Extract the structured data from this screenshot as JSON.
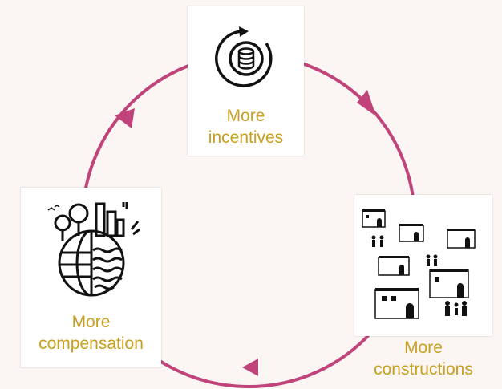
{
  "colors": {
    "background": "#fbf5f3",
    "cycle_arrow": "#c0447a",
    "label_text": "#c8a020",
    "icon_stroke": "#111111"
  },
  "nodes": [
    {
      "id": "incentives",
      "icon": "coin-stack-cycle-icon",
      "label_line1": "More",
      "label_line2": "incentives"
    },
    {
      "id": "constructions",
      "icon": "village-houses-people-icon",
      "label_line1": "More",
      "label_line2": "constructions"
    },
    {
      "id": "compensation",
      "icon": "globe-nature-city-icon",
      "label_line1": "More",
      "label_line2": "compensation"
    }
  ]
}
